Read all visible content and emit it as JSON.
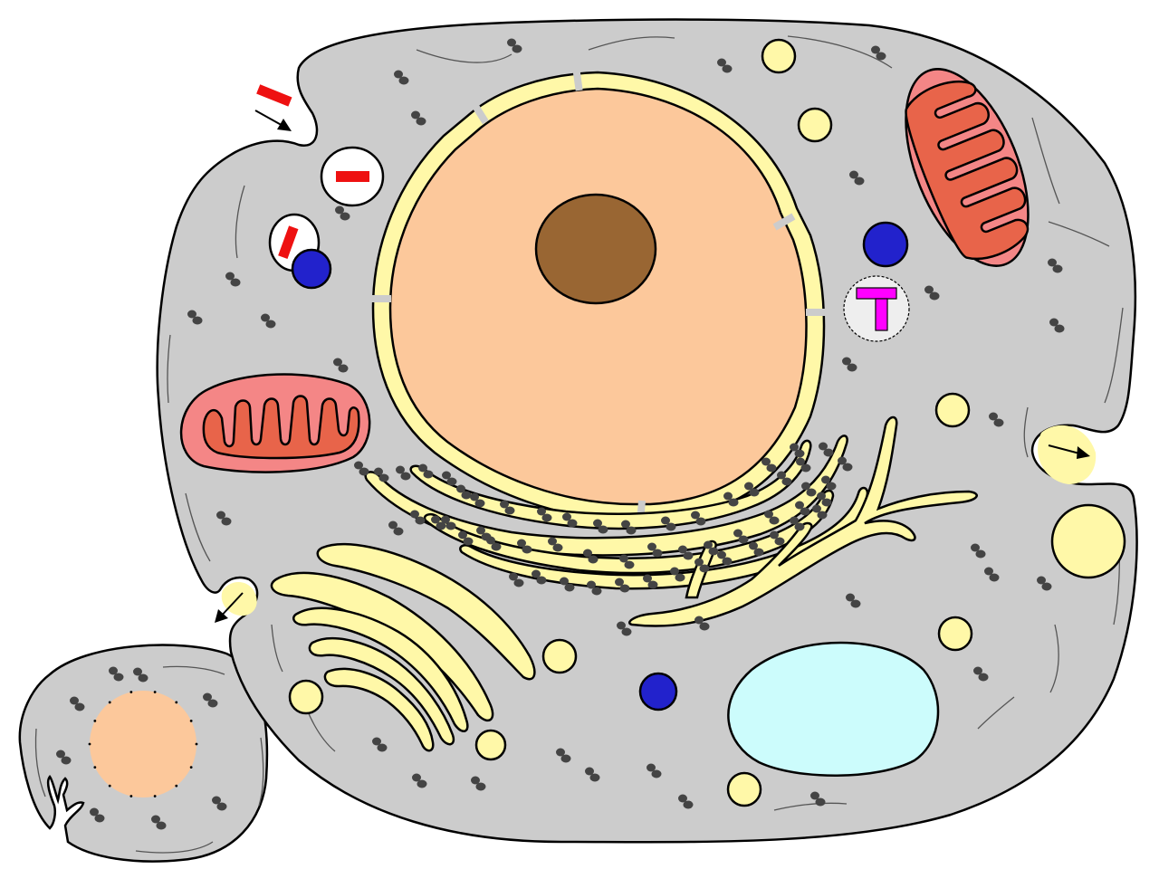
{
  "diagram": {
    "subject": "animal cell",
    "labels": [],
    "colors": {
      "cytoplasm": "#cccccc",
      "outline": "#000000",
      "nucleus": "#fcc89b",
      "nucleolus": "#996633",
      "nuclear_envelope": "#fff8a8",
      "er_golgi": "#fff8a8",
      "vesicle": "#fff8a8",
      "mitochondrion_outer": "#f48686",
      "mitochondrion_inner": "#e8644a",
      "lysosome": "#2222cc",
      "vacuole": "#ccfcfc",
      "ribosome": "#444444",
      "cargo": "#ee1111",
      "centrosome_region": "#eeeeee",
      "centriole": "#ff00ff",
      "phagosome": "#ffffff",
      "cytoskeleton": "#555555"
    },
    "structures": [
      "plasma-membrane",
      "cytoplasm",
      "nucleus",
      "nucleolus",
      "nuclear-envelope",
      "nuclear-pores",
      "rough-endoplasmic-reticulum",
      "smooth-endoplasmic-reticulum",
      "golgi-apparatus",
      "mitochondria",
      "lysosomes",
      "vacuole",
      "vesicles",
      "ribosomes",
      "centrosome",
      "centrioles",
      "endocytosis",
      "exocytosis",
      "phagosome",
      "cytoskeleton",
      "daughter-cell"
    ]
  }
}
